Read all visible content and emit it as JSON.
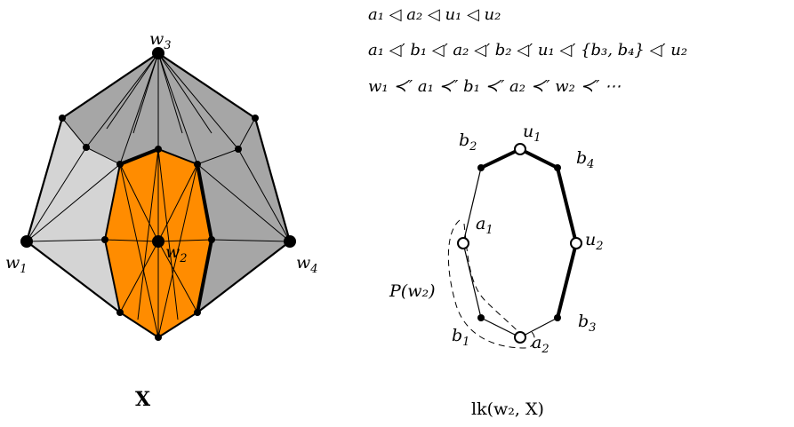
{
  "relations": {
    "line1": "a₁ ◁ a₂ ◁ u₁ ◁ u₂",
    "line2": "a₁ ◁′ b₁ ◁′ a₂ ◁′ b₂ ◁′ u₁ ◁′ {b₃, b₄} ◁′ u₂",
    "line3": "w₁ ≺″ a₁ ≺″ b₁ ≺″ a₂ ≺″ w₂ ≺″ ⋯"
  },
  "complex": {
    "caption": "X",
    "vertex_labels": {
      "w1": {
        "base": "w",
        "sub": "1"
      },
      "w2": {
        "base": "w",
        "sub": "2"
      },
      "w3": {
        "base": "w",
        "sub": "3"
      },
      "w4": {
        "base": "w",
        "sub": "4"
      }
    },
    "colors": {
      "light_gray": "#d4d4d4",
      "dark_gray": "#a6a6a6",
      "orange": "#ff8c00",
      "stroke": "#000000"
    }
  },
  "link": {
    "caption": "lk(w₂, X)",
    "path_label": "P(w₂)",
    "vertex_labels": {
      "b2": {
        "base": "b",
        "sub": "2"
      },
      "u1": {
        "base": "u",
        "sub": "1"
      },
      "b4": {
        "base": "b",
        "sub": "4"
      },
      "a1": {
        "base": "a",
        "sub": "1"
      },
      "u2": {
        "base": "u",
        "sub": "2"
      },
      "b1": {
        "base": "b",
        "sub": "1"
      },
      "a2": {
        "base": "a",
        "sub": "2"
      },
      "b3": {
        "base": "b",
        "sub": "3"
      }
    }
  }
}
